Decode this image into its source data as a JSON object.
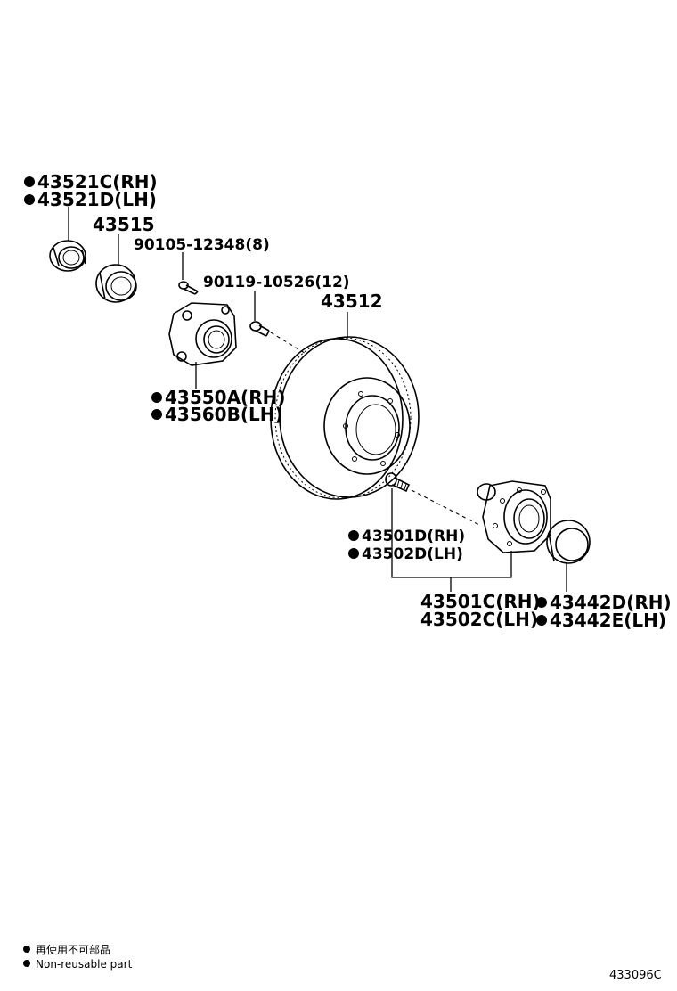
{
  "labels": {
    "l43521": [
      "43521C(RH)",
      "43521D(LH)"
    ],
    "l43515": "43515",
    "l90105": "90105-12348(8)",
    "l90119": "90119-10526(12)",
    "l43512": "43512",
    "l43550": [
      "43550A(RH)",
      "43560B(LH)"
    ],
    "l43501d": [
      "43501D(RH)",
      "43502D(LH)"
    ],
    "l43501c": [
      "43501C(RH)",
      "43502C(LH)"
    ],
    "l43442": [
      "43442D(RH)",
      "43442E(LH)"
    ]
  },
  "legend": {
    "line1": "再使用不可部品",
    "line2": "Non-reusable part"
  },
  "diagram_code": "433096C"
}
